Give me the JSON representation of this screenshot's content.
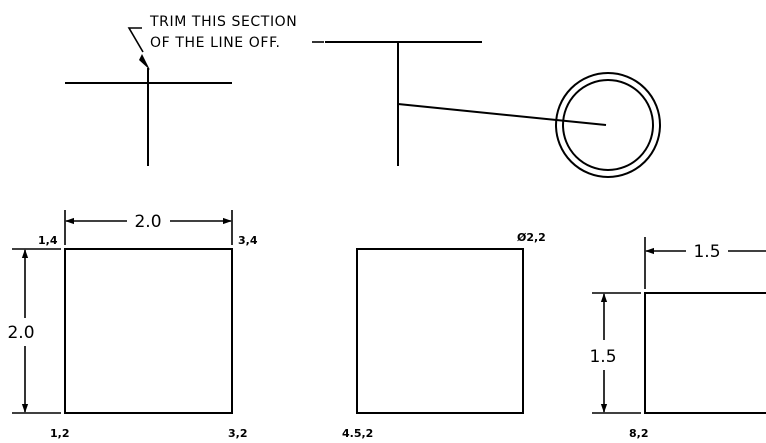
{
  "note": {
    "line1": "TRIM THIS SECTION",
    "line2": "OF THE LINE OFF."
  },
  "square_1": {
    "coord_top_left": "1,4",
    "coord_top_right": "3,4",
    "coord_bottom_left": "1,2",
    "coord_bottom_right": "3,2",
    "dim_width": "2.0",
    "dim_height": "2.0"
  },
  "square_2": {
    "coord_top_right": "Ø2,2",
    "coord_bottom_left": "4.5,2"
  },
  "square_3": {
    "coord_bottom_left": "8,2",
    "dim_width": "1.5",
    "dim_height": "1.5"
  }
}
